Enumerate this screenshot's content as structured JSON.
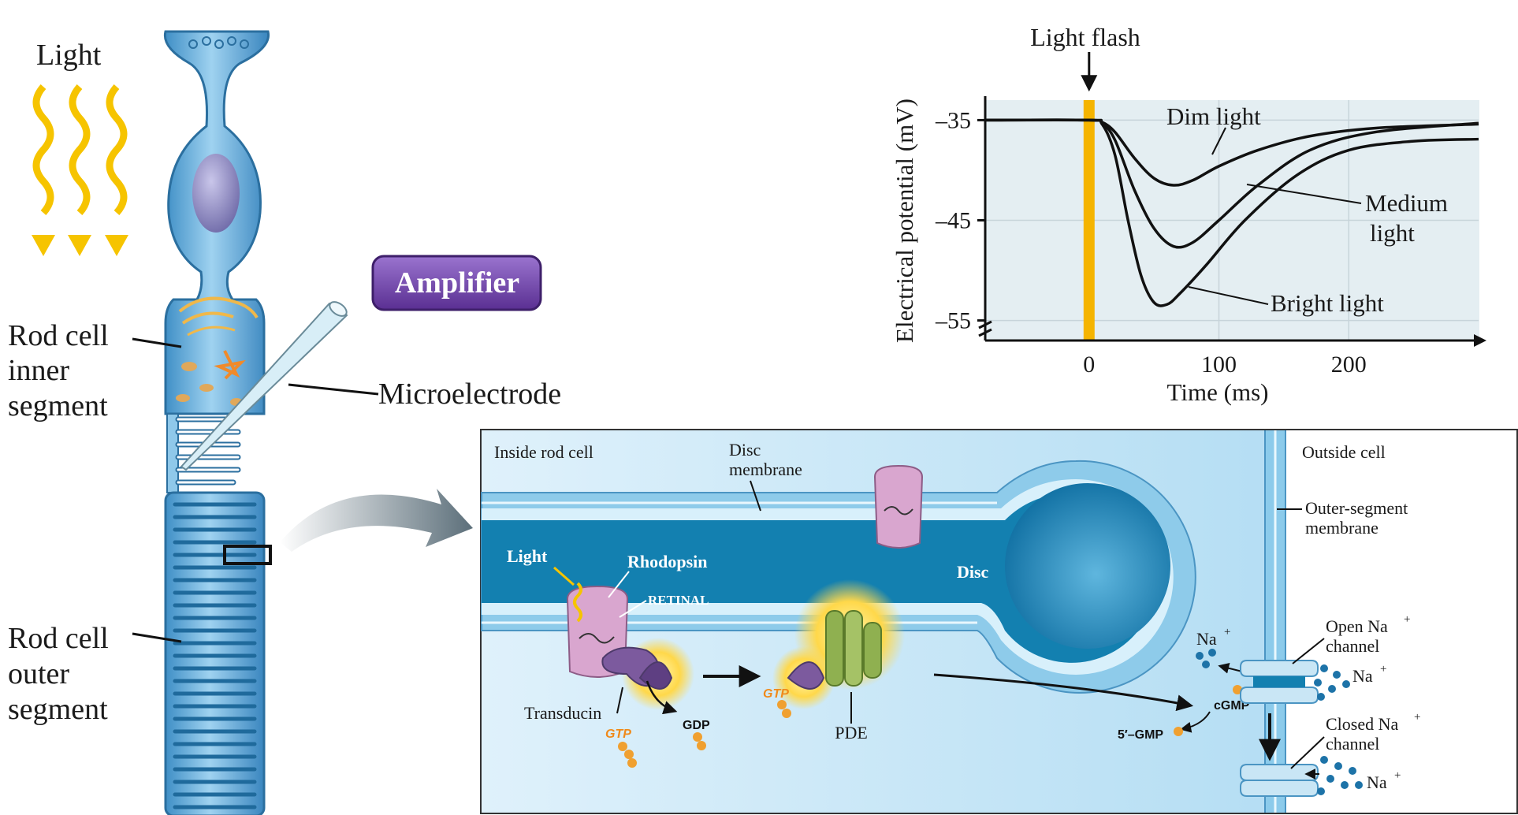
{
  "colors": {
    "cell_blue": "#5aa8d8",
    "disc_dark": "#1380b0",
    "panel_bg": "#bfe3f6",
    "flash": "#f5b400",
    "amplifier": "#6a3fa0",
    "rhodopsin": "#d9a6cf",
    "pde": "#8fb050",
    "gtp_orange": "#f0a030"
  },
  "icons": [
    "light-wave-arrow-icon",
    "curved-arrow-icon"
  ],
  "rod_diagram": {
    "light_label": "Light",
    "amplifier_label": "Amplifier",
    "microelectrode_label": "Microelectrode",
    "inner_segment_label": [
      "Rod cell",
      "inner",
      "segment"
    ],
    "outer_segment_label": [
      "Rod cell",
      "outer",
      "segment"
    ]
  },
  "chart_data": {
    "type": "line",
    "annotation": "Light flash",
    "xlabel": "Time (ms)",
    "ylabel": "Electrical potential (mV)",
    "xticks": [
      0,
      100,
      200
    ],
    "yticks": [
      -35,
      -45,
      -55
    ],
    "xlim": [
      -80,
      300
    ],
    "ylim": [
      -57,
      -33
    ],
    "grid": true,
    "flash_time": 0,
    "series": [
      {
        "name": "Dim light",
        "points": [
          [
            -80,
            -35
          ],
          [
            0,
            -35
          ],
          [
            10,
            -35.2
          ],
          [
            20,
            -36.2
          ],
          [
            35,
            -38.8
          ],
          [
            50,
            -40.8
          ],
          [
            65,
            -41.5
          ],
          [
            80,
            -41
          ],
          [
            100,
            -39.6
          ],
          [
            130,
            -38
          ],
          [
            170,
            -36.6
          ],
          [
            220,
            -35.8
          ],
          [
            300,
            -35.4
          ]
        ]
      },
      {
        "name": "Medium light",
        "points": [
          [
            -80,
            -35
          ],
          [
            0,
            -35
          ],
          [
            10,
            -35.3
          ],
          [
            20,
            -37
          ],
          [
            35,
            -42
          ],
          [
            50,
            -45.8
          ],
          [
            65,
            -47.6
          ],
          [
            80,
            -47.2
          ],
          [
            100,
            -45
          ],
          [
            130,
            -41.5
          ],
          [
            170,
            -38
          ],
          [
            220,
            -36.2
          ],
          [
            300,
            -35.3
          ]
        ]
      },
      {
        "name": "Bright light",
        "points": [
          [
            -80,
            -35
          ],
          [
            0,
            -35
          ],
          [
            10,
            -35.4
          ],
          [
            20,
            -38.5
          ],
          [
            30,
            -45
          ],
          [
            40,
            -50.5
          ],
          [
            50,
            -53.2
          ],
          [
            60,
            -53.4
          ],
          [
            70,
            -52.3
          ],
          [
            90,
            -49.5
          ],
          [
            120,
            -45
          ],
          [
            160,
            -40.5
          ],
          [
            200,
            -38
          ],
          [
            250,
            -37.1
          ],
          [
            300,
            -36.9
          ]
        ]
      }
    ]
  },
  "panel": {
    "inside_label": "Inside rod cell",
    "disc_membrane_label": [
      "Disc",
      "membrane"
    ],
    "outside_label": "Outside cell",
    "outer_membrane_label": [
      "Outer-segment",
      "membrane"
    ],
    "disc_label": "Disc",
    "light_label": "Light",
    "rhodopsin_label": "Rhodopsin",
    "retinal_label": "RETINAL",
    "transducin_label": "Transducin",
    "gtp_label": "GTP",
    "gdp_label": "GDP",
    "gtp2_label": "GTP",
    "pde_label": "PDE",
    "cgmp_label": "cGMP",
    "gmp_label": "5′–GMP",
    "na_label": "Na",
    "na_sup": "+",
    "open_channel_label": [
      "Open Na",
      "+",
      "channel"
    ],
    "closed_channel_label": [
      "Closed Na",
      "+",
      "channel"
    ]
  }
}
